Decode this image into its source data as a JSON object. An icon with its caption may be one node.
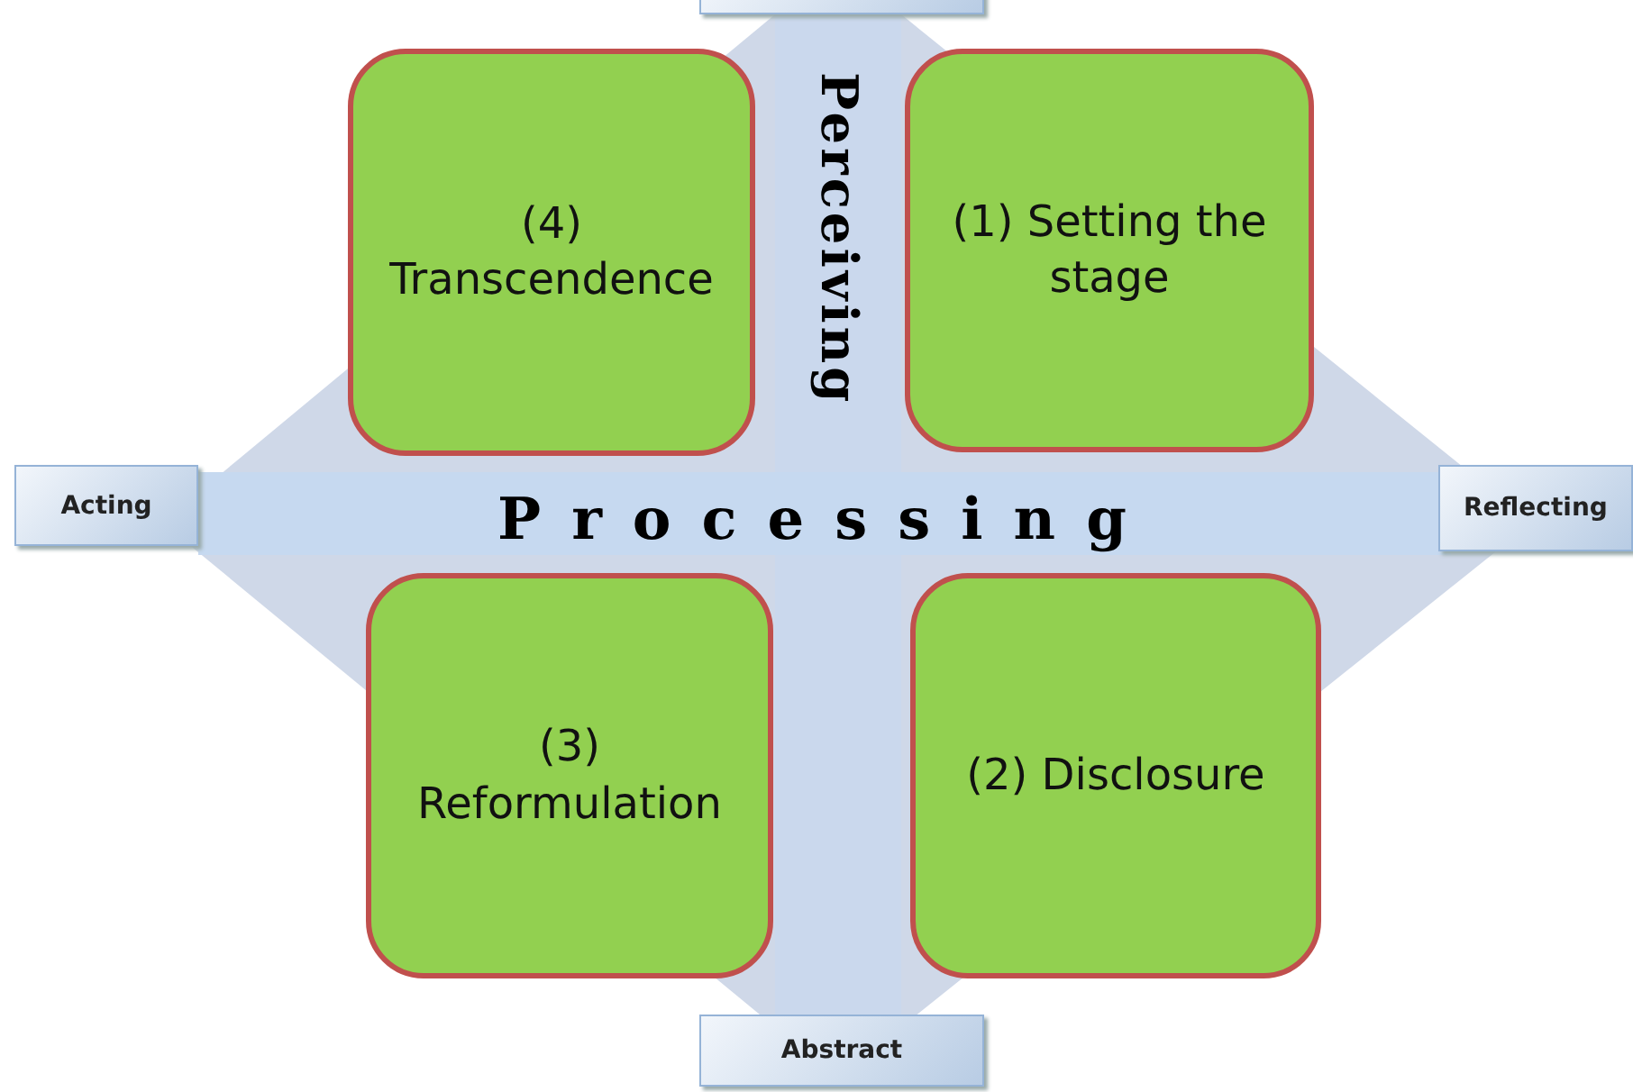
{
  "diagram": {
    "nodes": [
      {
        "text": [],
        "shape": "box"
      },
      {
        "text": [
          "(4) Transcendence"
        ]
      },
      {
        "text": [
          "(1) Setting the stage"
        ]
      },
      {
        "text": [
          "Acting"
        ]
      },
      {
        "text": [
          "Reflecting"
        ]
      },
      {
        "text": [
          "(3) Reformulation"
        ]
      },
      {
        "text": [
          "(2) Disclosure"
        ]
      },
      {
        "text": [
          "Abstract"
        ]
      }
    ],
    "labels": [
      "Perceiving",
      "Processing"
    ]
  }
}
